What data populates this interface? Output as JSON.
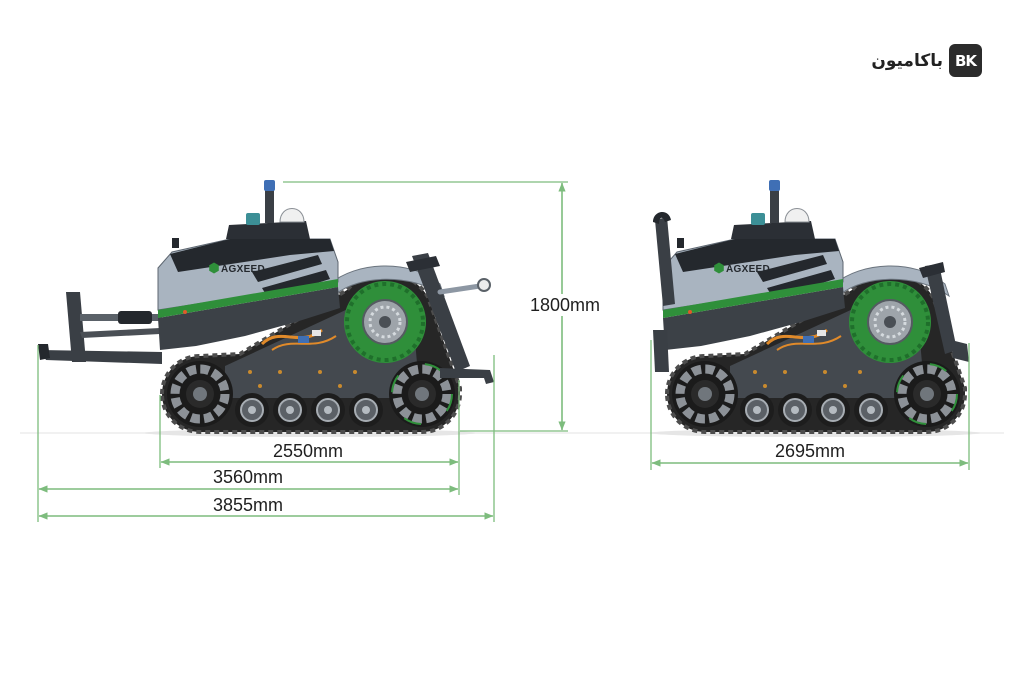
{
  "logo": {
    "name": "باکامیون",
    "mark": "BK"
  },
  "vehicle": {
    "brand": "AGXEED"
  },
  "dimensions": {
    "height": "1800mm",
    "left_view": {
      "track_length": "2550mm",
      "middle_length": "3560mm",
      "overall_length": "3855mm"
    },
    "right_view": {
      "overall_length": "2695mm"
    }
  },
  "colors": {
    "dimension_line": "#7dbc7d",
    "accent_green": "#2f8f3a",
    "body_gray": "#a9b4c0",
    "track_dark": "#262626"
  }
}
